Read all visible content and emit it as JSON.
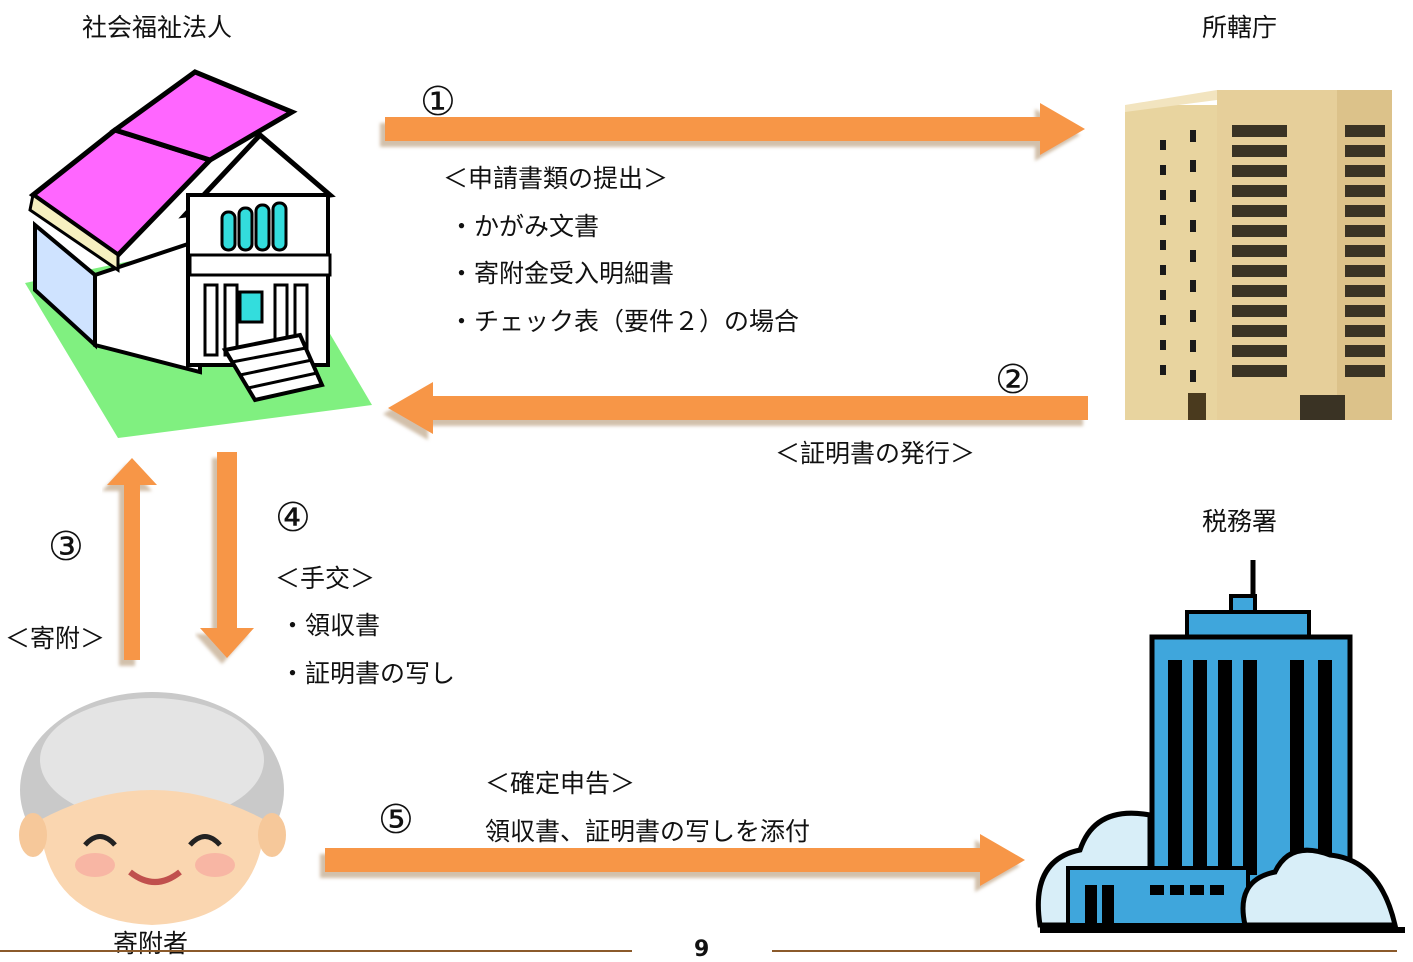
{
  "entities": {
    "corporation": "社会福祉法人",
    "authority": "所轄庁",
    "tax_office": "税務署",
    "donor": "寄附者"
  },
  "steps": {
    "s1": {
      "number": "①",
      "title": "＜申請書類の提出＞",
      "items": [
        "・かがみ文書",
        "・寄附金受入明細書",
        "・チェック表（要件２）の場合"
      ]
    },
    "s2": {
      "number": "②",
      "title": "＜証明書の発行＞"
    },
    "s3": {
      "number": "③",
      "title": "＜寄附＞"
    },
    "s4": {
      "number": "④",
      "title": "＜手交＞",
      "items": [
        "・領収書",
        "・証明書の写し"
      ]
    },
    "s5": {
      "number": "⑤",
      "title": "＜確定申告＞",
      "detail": "領収書、証明書の写しを添付"
    }
  },
  "page_number": "9",
  "colors": {
    "arrow": "#f79646",
    "arrow_shadow": "#d9c6b0",
    "roof": "#ff66ff",
    "lawn": "#80f080",
    "tower": "#e6cf9a",
    "tax_building": "#3fa6dc",
    "cloud": "#d8eef8",
    "rule": "#8b5a2b"
  }
}
